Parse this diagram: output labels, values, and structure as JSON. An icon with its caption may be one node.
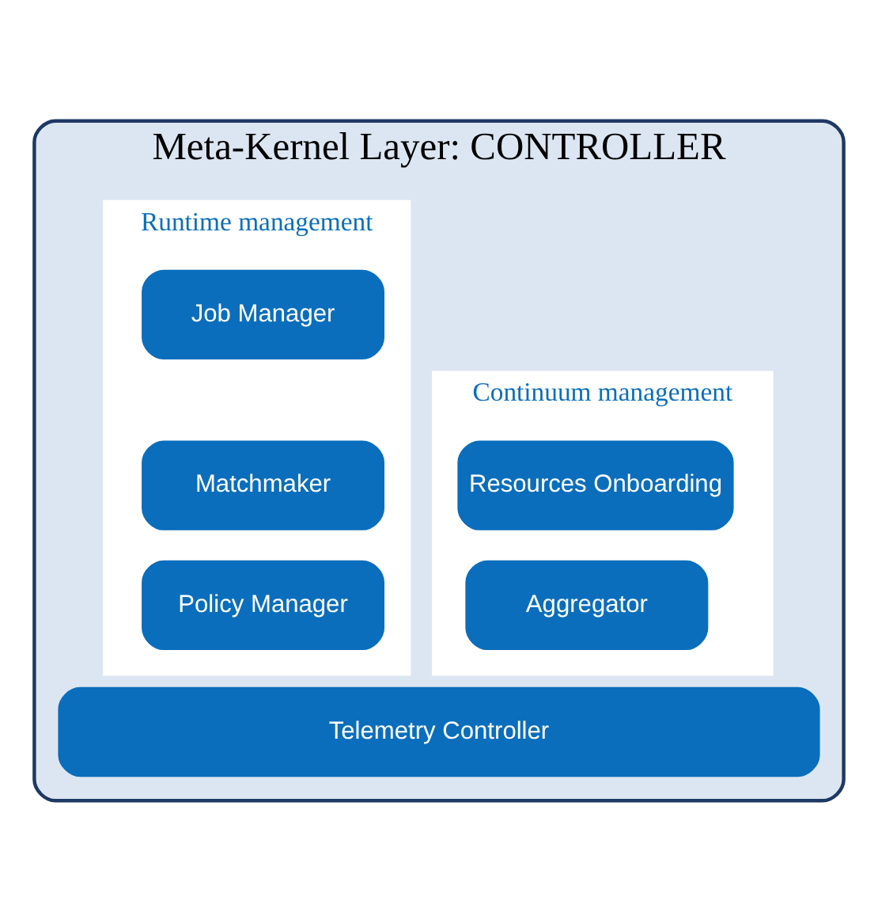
{
  "diagram": {
    "nodes": [
      {
        "text": [
          "Meta-Kernel Layer: CONTROLLER"
        ]
      },
      {
        "text": [
          "Continuum management"
        ],
        "in": 0
      },
      {
        "text": [
          "Resources Onboarding"
        ],
        "in": 1
      },
      {
        "text": [
          "Aggregator"
        ],
        "in": 1
      },
      {
        "text": [
          "Runtime management"
        ],
        "in": 0
      },
      {
        "text": [
          "Job Manager"
        ],
        "in": 4
      },
      {
        "text": [
          "Matchmaker"
        ],
        "in": 4
      },
      {
        "text": [
          "Policy Manager"
        ],
        "in": 4
      },
      {
        "text": [
          "Telemetry Controller"
        ],
        "in": 0
      }
    ],
    "edges": []
  }
}
